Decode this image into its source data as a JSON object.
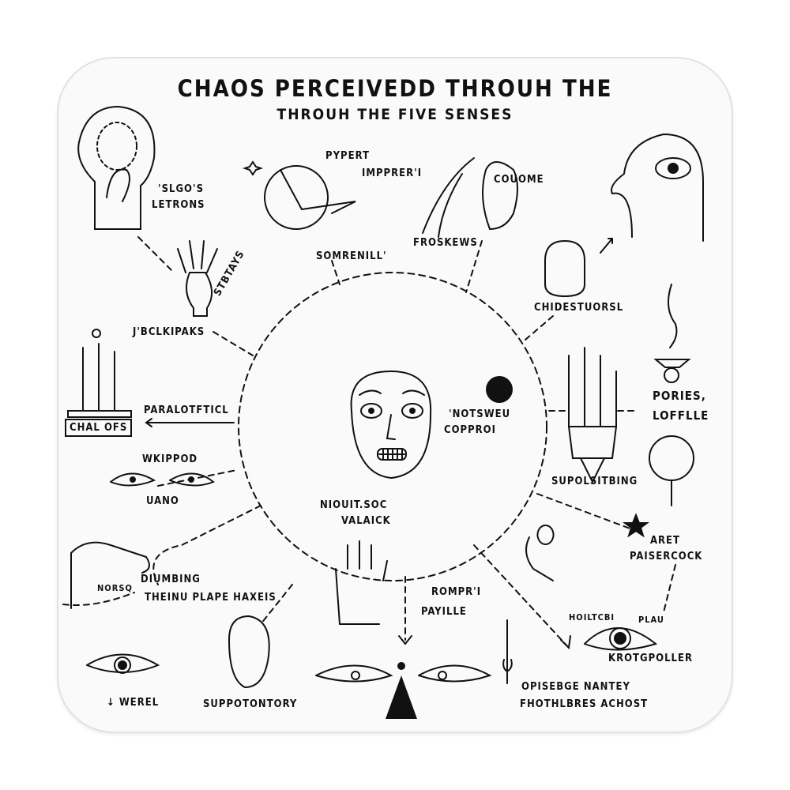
{
  "title": "CHAOS PERCEIVEDD THROUH THE",
  "subtitle": "THROUH THE FIVE SENSES",
  "labels": {
    "slgos": "'SLGO'S",
    "letrons": "LETRONS",
    "pypert": "PYPERT",
    "impprer": "IMPPRER'I",
    "couome": "COUOME",
    "somrenill": "SOMRENILL'",
    "froskews": "FROSKEWS",
    "stbtays": "STBTAYS",
    "chidestuorsl": "CHIDESTUORSL",
    "jbclkipaks": "J'BCLKIPAKS",
    "paralotfticl": "PARALOTFTICL",
    "chalofs": "CHAL OFS",
    "wkippod": "WKIPPOD",
    "uano": "UANO",
    "notsweu": "'NOTSWEU",
    "copproi": "COPPROI",
    "pories": "PORIES,",
    "lofflle": "LOFFLLE",
    "supolsitbing": "SUPOLSITBING",
    "niouitsoc": "NIOUIT.SOC",
    "valaick": "VALAICK",
    "aret": "ARET",
    "paisercock": "PAISERCOCK",
    "diumbing": "DIUMBING",
    "norsq": "NORSQ",
    "theinu": "THEINU PLAPE HAXEIS",
    "rompr": "ROMPR'I",
    "payille": "PAYILLE",
    "hoiltcbi": "HOILTCBI",
    "plau": "PLAU",
    "krotgpoller": "KROTGPOLLER",
    "werel": "↓ WEREL",
    "suppotontory": "SUPPOTONTORY",
    "opisebge": "OPISEBGE NANTEY",
    "fhothlbres": "FHOTHLBRES ACHOST"
  }
}
